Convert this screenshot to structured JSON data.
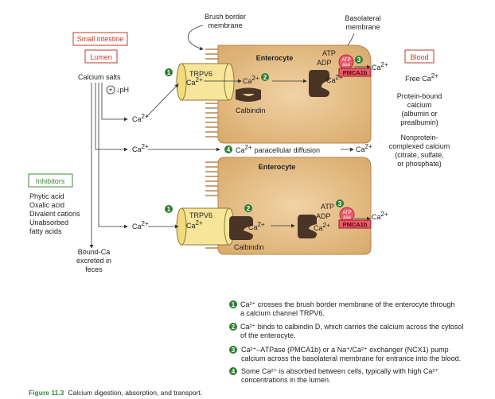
{
  "labels": {
    "brush_border": [
      "Brush border",
      "membrane"
    ],
    "basolateral": [
      "Basolateral",
      "membrane"
    ],
    "small_intestine": "Small intestine",
    "lumen": "Lumen",
    "blood": "Blood",
    "calcium_salts": "Calcium salts",
    "ph": "↓pH",
    "plus": "+",
    "enterocyte": "Enterocyte",
    "trpv6": "TRPV6",
    "calbindin": "Calbindin",
    "atp": "ATP",
    "adp": "ADP",
    "atpase": [
      "ATP",
      "ase"
    ],
    "pmca": "PMCA1b",
    "ca": "Ca",
    "charge": "2+",
    "paracellular": "paracellular diffusion",
    "inhibitors": "Inhibitors",
    "inhibitor_list": [
      "Phytic acid",
      "Oxalic acid",
      "Divalent cations",
      "Unabsorbed",
      "fatty acids"
    ],
    "bound_ca": [
      "Bound-Ca",
      "excreted in",
      "feces"
    ],
    "free_ca": "Free",
    "protein_bound": [
      "Protein-bound",
      "calcium",
      "(albumin or",
      "prealbumin)"
    ],
    "nonprotein": [
      "Nonprotein-",
      "complexed calcium",
      "(citrate, sulfate,",
      "or phosphate)"
    ]
  },
  "steps": [
    {
      "n": "1",
      "lines": [
        "Ca²⁺ crosses the brush border membrane of the enterocyte through",
        "a calcium channel TRPV6."
      ]
    },
    {
      "n": "2",
      "lines": [
        "Ca²⁺ binds to calbindin D, which carries the calcium across the cytosol",
        "of the enterocyte."
      ]
    },
    {
      "n": "3",
      "lines": [
        "Ca²⁺–ATPase (PMCA1b) or a Na⁺/Ca²⁺ exchanger (NCX1) pump",
        "calcium across the basolateral membrane for entrance into the blood."
      ]
    },
    {
      "n": "4",
      "lines": [
        "Some Ca²⁺ is absorbed between cells, typically with high Ca²⁺",
        "concentrations in the lumen."
      ]
    }
  ],
  "caption": {
    "label": "Figure 11.3",
    "text": "Calcium digestion, absorption, and transport."
  },
  "colors": {
    "cell": "#e2b77f",
    "channel": "#f7e59a",
    "calbindin": "#4a3426",
    "atpase": "#e85a6a",
    "accent_red": "#c0392b",
    "step_green": "#2e7d32"
  }
}
